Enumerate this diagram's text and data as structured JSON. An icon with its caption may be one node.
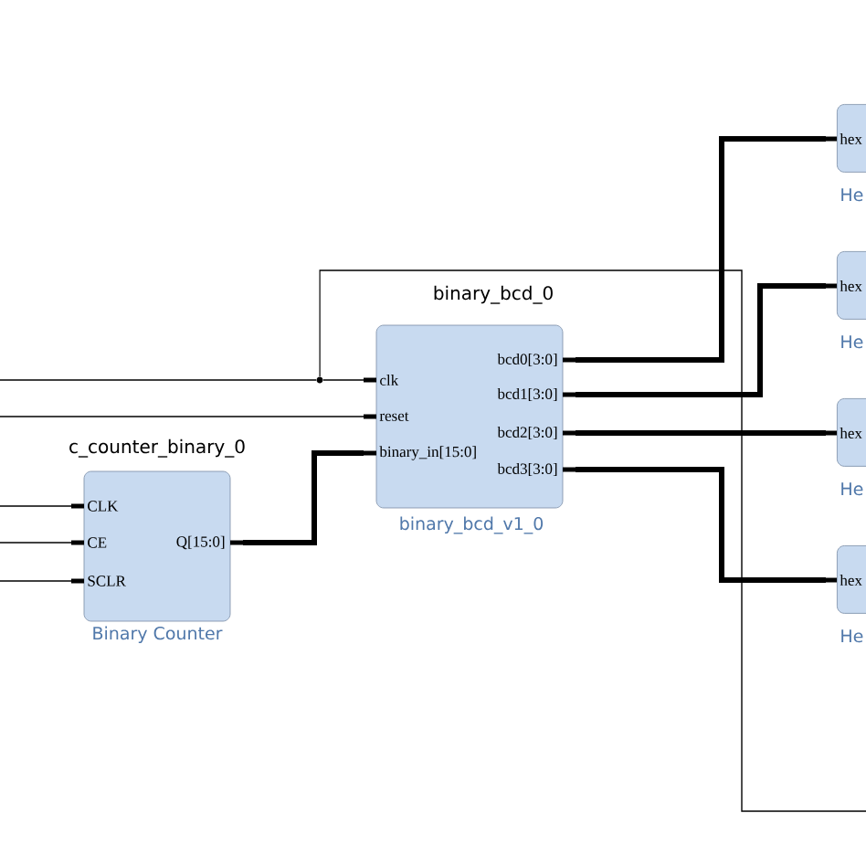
{
  "diagram": {
    "nodes": [
      {
        "text": [
          "c_counter_binary_0",
          "CLK",
          "CE",
          "SCLR",
          "Q[15:0]",
          "Binary Counter"
        ]
      },
      {
        "text": [
          "binary_bcd_0",
          "clk",
          "reset",
          "binary_in[15:0]",
          "bcd0[3:0]",
          "bcd1[3:0]",
          "bcd2[3:0]",
          "bcd3[3:0]",
          "binary_bcd_v1_0"
        ]
      },
      {
        "text": [
          "hex",
          "He"
        ]
      },
      {
        "text": [
          "hex",
          "He"
        ]
      },
      {
        "text": [
          "hex",
          "He"
        ]
      },
      {
        "text": [
          "hex",
          "He"
        ]
      },
      {
        "text": [],
        "shape": "circle"
      }
    ],
    "edges": [
      {
        "from": null,
        "to": 0,
        "arrow": "none"
      },
      {
        "from": null,
        "to": 0,
        "arrow": "none"
      },
      {
        "from": null,
        "to": 0,
        "arrow": "none"
      },
      {
        "from": null,
        "to": 6,
        "arrow": "none"
      },
      {
        "from": 6,
        "to": 1,
        "arrow": "none"
      },
      {
        "from": 6,
        "to": null,
        "arrow": "none"
      },
      {
        "from": null,
        "to": 1,
        "arrow": "none"
      },
      {
        "from": 0,
        "to": 1,
        "arrow": "none",
        "style": "thick"
      },
      {
        "from": 1,
        "to": 2,
        "arrow": "none",
        "style": "thick"
      },
      {
        "from": 1,
        "to": 3,
        "arrow": "none",
        "style": "thick"
      },
      {
        "from": 1,
        "to": 4,
        "arrow": "none",
        "style": "thick"
      },
      {
        "from": 1,
        "to": 5,
        "arrow": "none",
        "style": "thick"
      }
    ]
  }
}
